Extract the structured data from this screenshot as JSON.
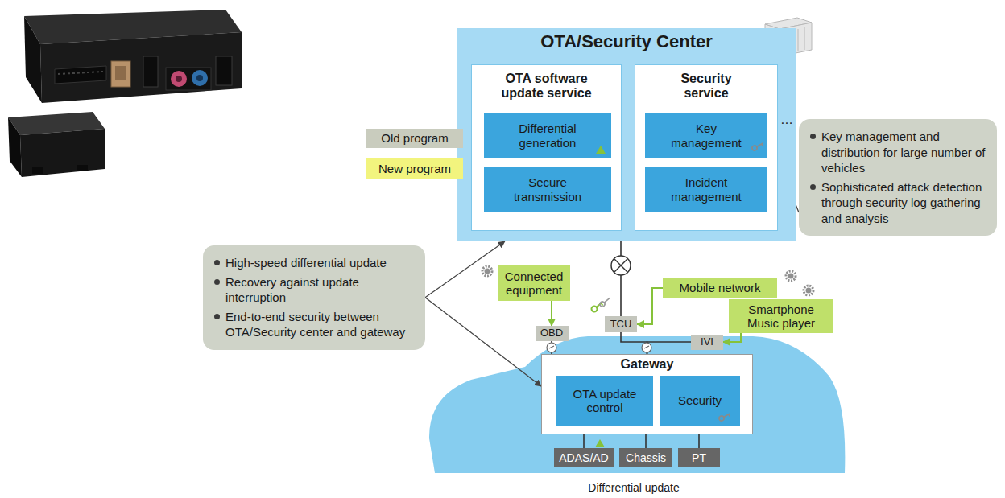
{
  "diagram": {
    "nodes": [
      {
        "text": [
          "OTA/Security Center"
        ]
      },
      {
        "text": [
          "OTA software update service"
        ],
        "in": 0
      },
      {
        "text": [
          "Differential generation"
        ],
        "in": 1
      },
      {
        "text": [
          "Secure transmission"
        ],
        "in": 1
      },
      {
        "text": [
          "Security service"
        ],
        "in": 0
      },
      {
        "text": [
          "Key management"
        ],
        "in": 4
      },
      {
        "text": [
          "Incident management"
        ],
        "in": 4
      },
      {
        "text": [
          "Old program"
        ]
      },
      {
        "text": [
          "New program"
        ]
      },
      {
        "text": [
          "Key management and distribution for large number of vehicles",
          "Sophisticated attack detection through security log gathering and analysis"
        ]
      },
      {
        "text": [
          "High-speed differential update",
          "Recovery against update interruption",
          "End-to-end security between OTA/Security center and gateway"
        ]
      },
      {
        "text": [
          "Connected equipment"
        ]
      },
      {
        "text": [
          "Mobile network"
        ]
      },
      {
        "text": [
          "OBD"
        ]
      },
      {
        "text": [
          "TCU"
        ]
      },
      {
        "text": [
          "IVI"
        ]
      },
      {
        "text": [
          "Smartphone Music player"
        ]
      },
      {
        "text": [
          "Gateway"
        ]
      },
      {
        "text": [
          "OTA update control"
        ],
        "in": 17
      },
      {
        "text": [
          "Security"
        ],
        "in": 17
      },
      {
        "text": [
          "ADAS/AD"
        ]
      },
      {
        "text": [
          "Chassis"
        ]
      },
      {
        "text": [
          "PT"
        ]
      }
    ],
    "edges": [
      {
        "from": 7,
        "to": 2,
        "arrow": "to"
      },
      {
        "from": 8,
        "to": 2,
        "arrow": "to"
      },
      {
        "from": 9,
        "to": 5,
        "arrow": "to"
      },
      {
        "from": 10,
        "to": 0,
        "arrow": "to"
      },
      {
        "from": 10,
        "to": 17,
        "arrow": "to"
      },
      {
        "from": 0,
        "to": 14,
        "arrow": "none"
      },
      {
        "from": 14,
        "to": 17,
        "arrow": "none"
      },
      {
        "from": 15,
        "to": 17,
        "arrow": "none"
      },
      {
        "from": 13,
        "to": 17,
        "arrow": "none"
      },
      {
        "from": 11,
        "to": 13,
        "arrow": "to"
      },
      {
        "from": 12,
        "to": 14,
        "arrow": "to"
      },
      {
        "from": 16,
        "to": 15,
        "arrow": "to"
      },
      {
        "from": 17,
        "to": 20,
        "arrow": "none"
      },
      {
        "from": 17,
        "to": 21,
        "arrow": "none"
      },
      {
        "from": 17,
        "to": 22,
        "arrow": "none"
      }
    ],
    "labels": [
      "…",
      "Differential update"
    ]
  }
}
